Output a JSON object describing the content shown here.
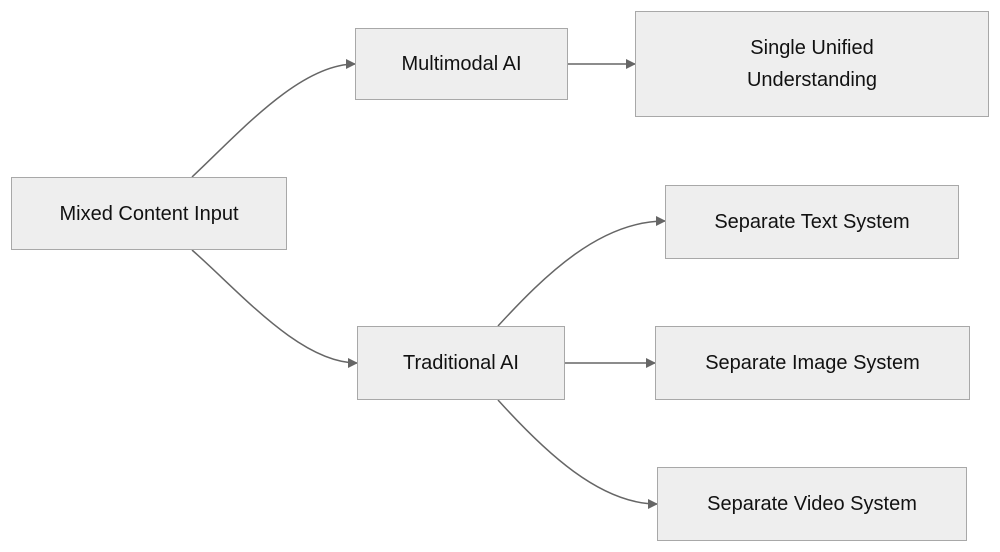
{
  "diagram": {
    "colors": {
      "node_fill": "#eeeeee",
      "node_border": "#a8a8a8",
      "edge": "#666666",
      "text": "#111111"
    },
    "nodes": {
      "mixed_input": {
        "label": "Mixed Content Input"
      },
      "multimodal_ai": {
        "label": "Multimodal AI"
      },
      "unified": {
        "label": "Single Unified\nUnderstanding",
        "line1": "Single Unified",
        "line2": "Understanding"
      },
      "traditional_ai": {
        "label": "Traditional AI"
      },
      "text_system": {
        "label": "Separate Text System"
      },
      "image_system": {
        "label": "Separate Image System"
      },
      "video_system": {
        "label": "Separate Video System"
      }
    },
    "edges": [
      {
        "from": "mixed_input",
        "to": "multimodal_ai"
      },
      {
        "from": "mixed_input",
        "to": "traditional_ai"
      },
      {
        "from": "multimodal_ai",
        "to": "unified"
      },
      {
        "from": "traditional_ai",
        "to": "text_system"
      },
      {
        "from": "traditional_ai",
        "to": "image_system"
      },
      {
        "from": "traditional_ai",
        "to": "video_system"
      }
    ]
  }
}
